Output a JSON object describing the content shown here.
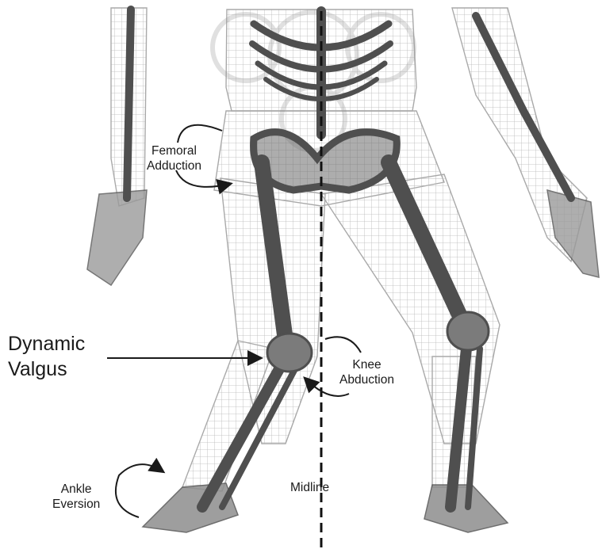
{
  "labels": {
    "femoral_adduction": [
      "Femoral",
      "Adduction"
    ],
    "dynamic_valgus": [
      "Dynamic",
      "Valgus"
    ],
    "knee_abduction": [
      "Knee",
      "Abduction"
    ],
    "ankle_eversion": [
      "Ankle",
      "Eversion"
    ],
    "midline": "Midline"
  },
  "colors": {
    "background": "#ffffff",
    "text": "#1a1a1a",
    "bone": "#555555",
    "mesh": "#a8a8a8"
  }
}
